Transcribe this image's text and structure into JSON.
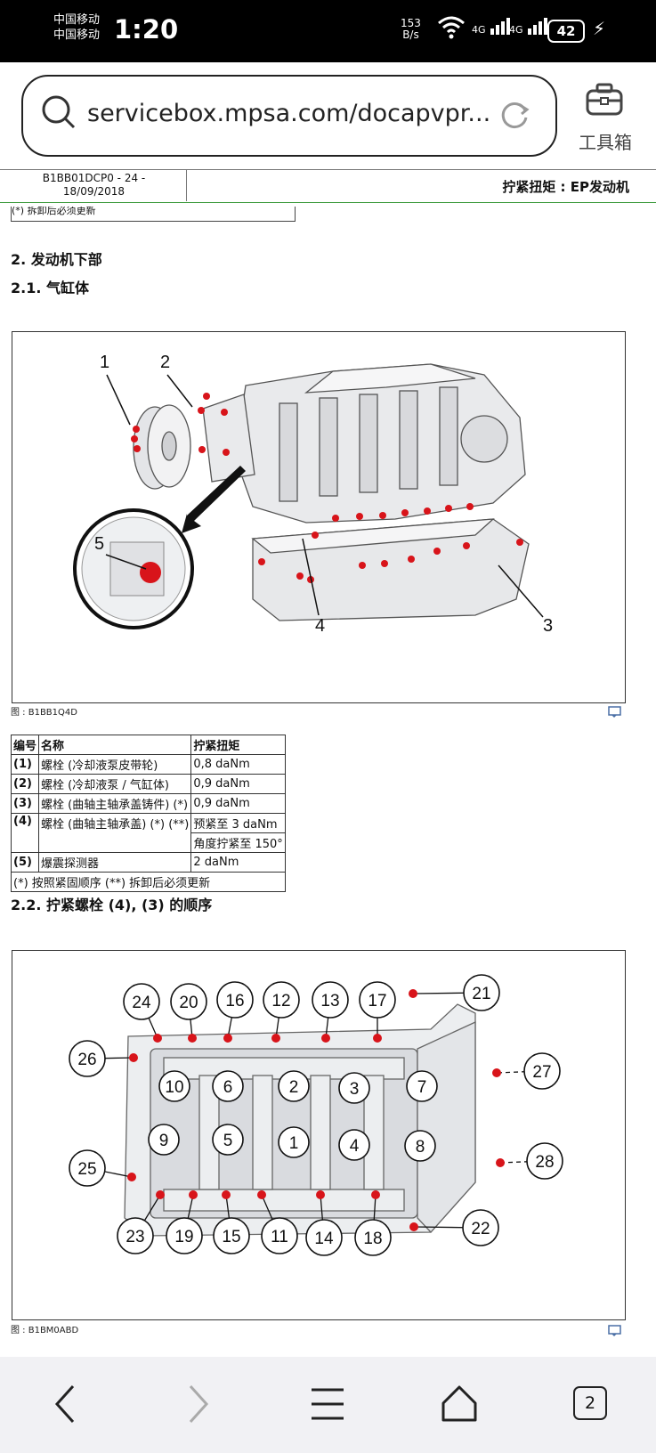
{
  "status_bar": {
    "carrier_1": "中国移动",
    "carrier_2": "中国移动",
    "time": "1:20",
    "net_speed_value": "153",
    "net_speed_unit": "B/s",
    "signal_1": "4G",
    "signal_2": "4G",
    "battery": "42"
  },
  "browser": {
    "url": "servicebox.mpsa.com/docapvpr...",
    "toolbox_label": "工具箱",
    "tab_count": "2"
  },
  "doc_header": {
    "doc_id_line1": "B1BB01DCP0 - 24 -",
    "doc_id_line2": "18/09/2018",
    "title": "拧紧扭矩 : EP发动机",
    "prev_note": "(*) 拆卸后必须更新"
  },
  "section": {
    "heading": "2. 发动机下部",
    "subheading": "2.1. 气缸体",
    "figure1_caption": "图 : B1BB1Q4D",
    "figure1_callouts": [
      "1",
      "2",
      "5",
      "4",
      "3"
    ],
    "subheading2": "2.2. 拧紧螺栓 (4), (3) 的顺序",
    "figure2_caption": "图 : B1BM0ABD"
  },
  "torque_table": {
    "headers": [
      "编号",
      "名称",
      "拧紧扭矩"
    ],
    "rows": [
      {
        "id": "(1)",
        "name": "螺栓 (冷却液泵皮带轮)",
        "torque": "0,8 daNm"
      },
      {
        "id": "(2)",
        "name": "螺栓 (冷却液泵 / 气缸体)",
        "torque": "0,9 daNm"
      },
      {
        "id": "(3)",
        "name": "螺栓 (曲轴主轴承盖铸件) (*)",
        "torque": "0,9 daNm"
      },
      {
        "id": "(4)",
        "name": "螺栓 (曲轴主轴承盖) (*) (**)",
        "torque": "预紧至 3 daNm",
        "torque2": "角度拧紧至 150°"
      },
      {
        "id": "(5)",
        "name": "爆震探测器",
        "torque": "2 daNm"
      }
    ],
    "footnote": "(*) 按照紧固顺序 (**) 拆卸后必须更新"
  },
  "sequence_labels": {
    "top": [
      "24",
      "20",
      "16",
      "12",
      "13",
      "17",
      "21"
    ],
    "left": [
      "26",
      "25"
    ],
    "inner_top": [
      "10",
      "6",
      "2",
      "3",
      "7"
    ],
    "inner_bottom": [
      "9",
      "5",
      "1",
      "4",
      "8"
    ],
    "right": [
      "27",
      "28"
    ],
    "bottom": [
      "23",
      "19",
      "15",
      "11",
      "14",
      "18",
      "22"
    ]
  },
  "colors": {
    "bolt_red": "#d8141a",
    "link_green": "#3a9a3a"
  }
}
